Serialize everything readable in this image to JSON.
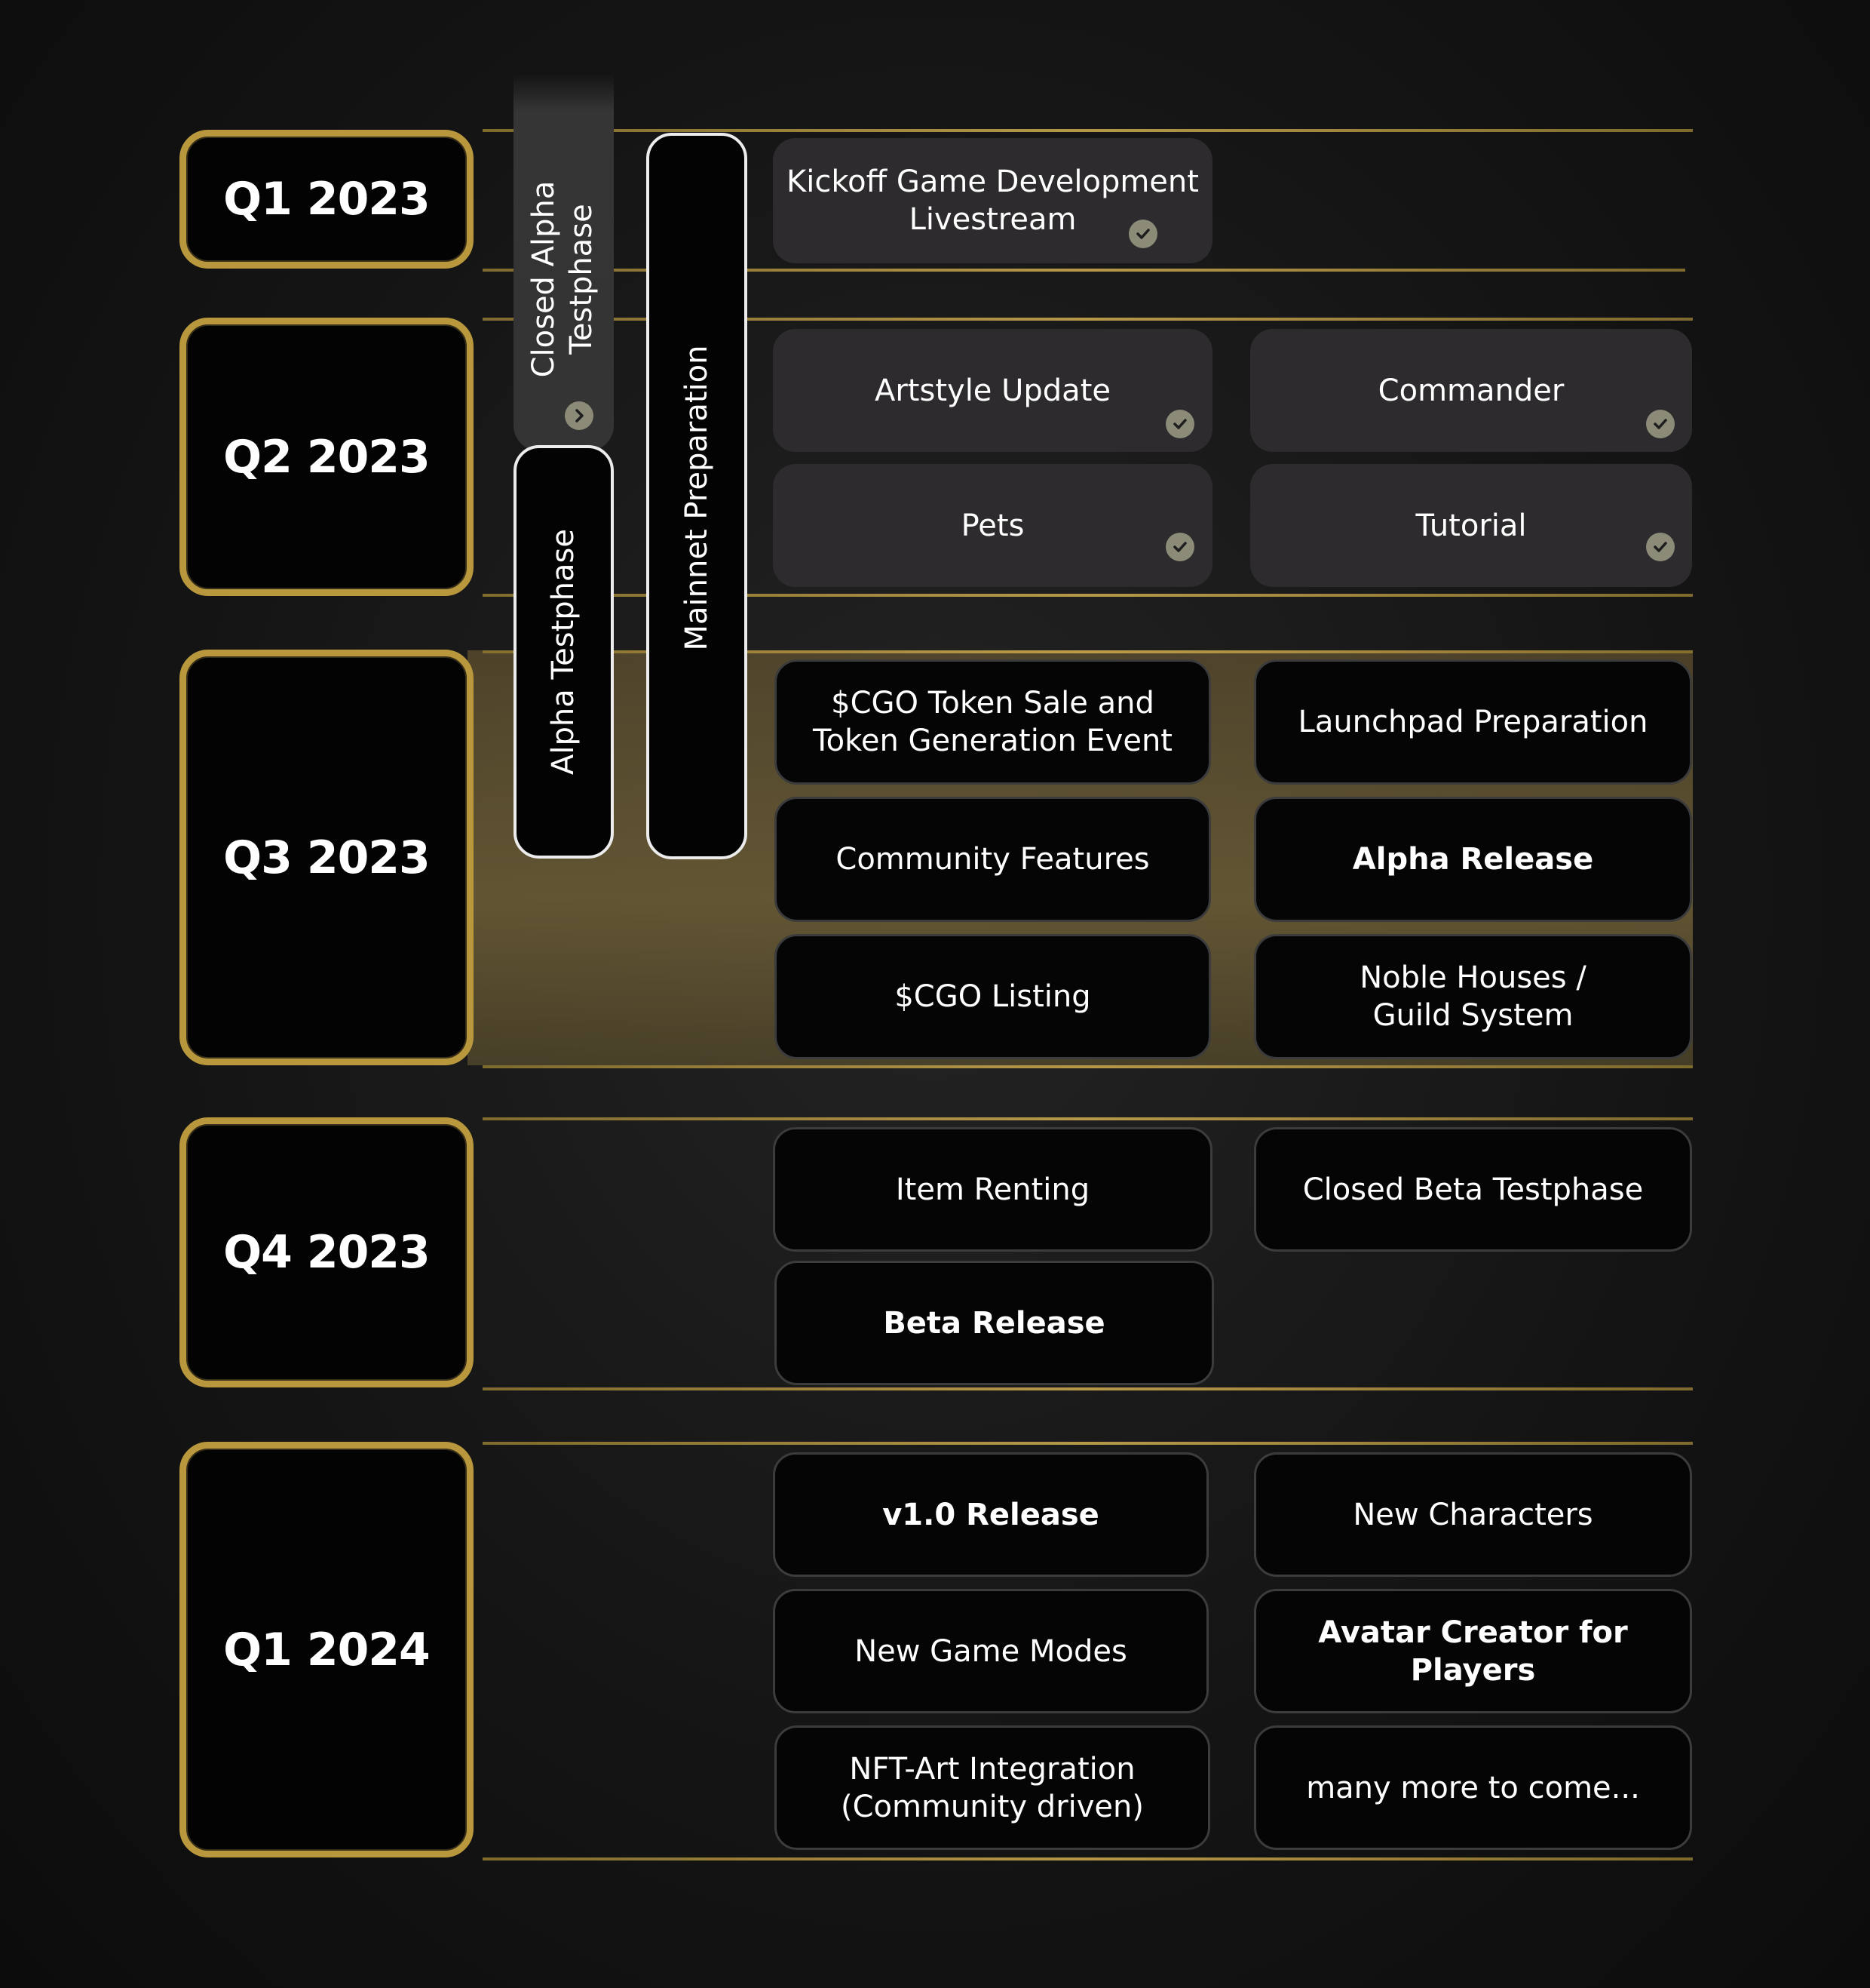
{
  "quarters": [
    {
      "label": "Q1 2023"
    },
    {
      "label": "Q2 2023"
    },
    {
      "label": "Q3 2023"
    },
    {
      "label": "Q4 2023"
    },
    {
      "label": "Q1 2024"
    }
  ],
  "phases": {
    "closed_alpha": "Closed Alpha\nTestphase",
    "alpha": "Alpha  Testphase",
    "mainnet": "Mainnet Preparation"
  },
  "items": {
    "kickoff": "Kickoff Game Development\nLivestream",
    "artstyle": "Artstyle Update",
    "commander": "Commander",
    "pets": "Pets",
    "tutorial": "Tutorial",
    "token_sale": "$CGO Token Sale and\nToken Generation Event",
    "launchpad": "Launchpad Preparation",
    "community": "Community Features",
    "alpha_release": "Alpha Release",
    "listing": "$CGO Listing",
    "noble": "Noble Houses /\nGuild System",
    "renting": "Item Renting",
    "closed_beta": "Closed Beta Testphase",
    "beta_release": "Beta Release",
    "v1": "v1.0 Release",
    "new_chars": "New Characters",
    "game_modes": "New Game Modes",
    "avatar": "Avatar Creator for Players",
    "nft_art": "NFT-Art Integration\n(Community driven)",
    "more": "many more to come..."
  },
  "colors": {
    "gold": "#b8973d",
    "done_card": "#2d2b2e",
    "todo_card": "#050505",
    "check": "#8c8b78"
  },
  "icons": {
    "completed": "check-circle-icon"
  }
}
